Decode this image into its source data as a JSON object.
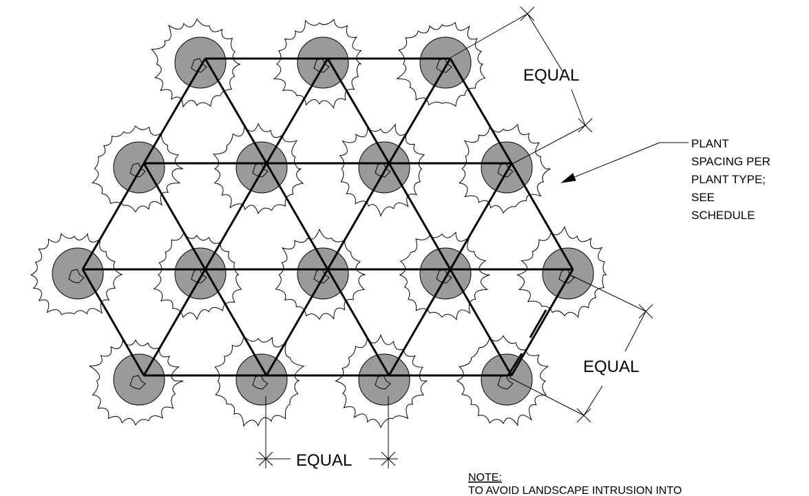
{
  "labels": {
    "equal_top_right": "EQUAL",
    "equal_right": "EQUAL",
    "equal_bottom": "EQUAL",
    "callout_lines": [
      "PLANT",
      "SPACING PER",
      "PLANT TYPE;",
      "SEE",
      "SCHEDULE"
    ],
    "note_heading": "NOTE:",
    "note_text": "TO AVOID LANDSCAPE INTRUSION INTO"
  },
  "colors": {
    "line": "#000000",
    "plant_fill": "#9a9a9a",
    "background": "#ffffff"
  },
  "layout": {
    "pattern": "triangular",
    "rows": [
      3,
      4,
      5,
      4
    ]
  }
}
